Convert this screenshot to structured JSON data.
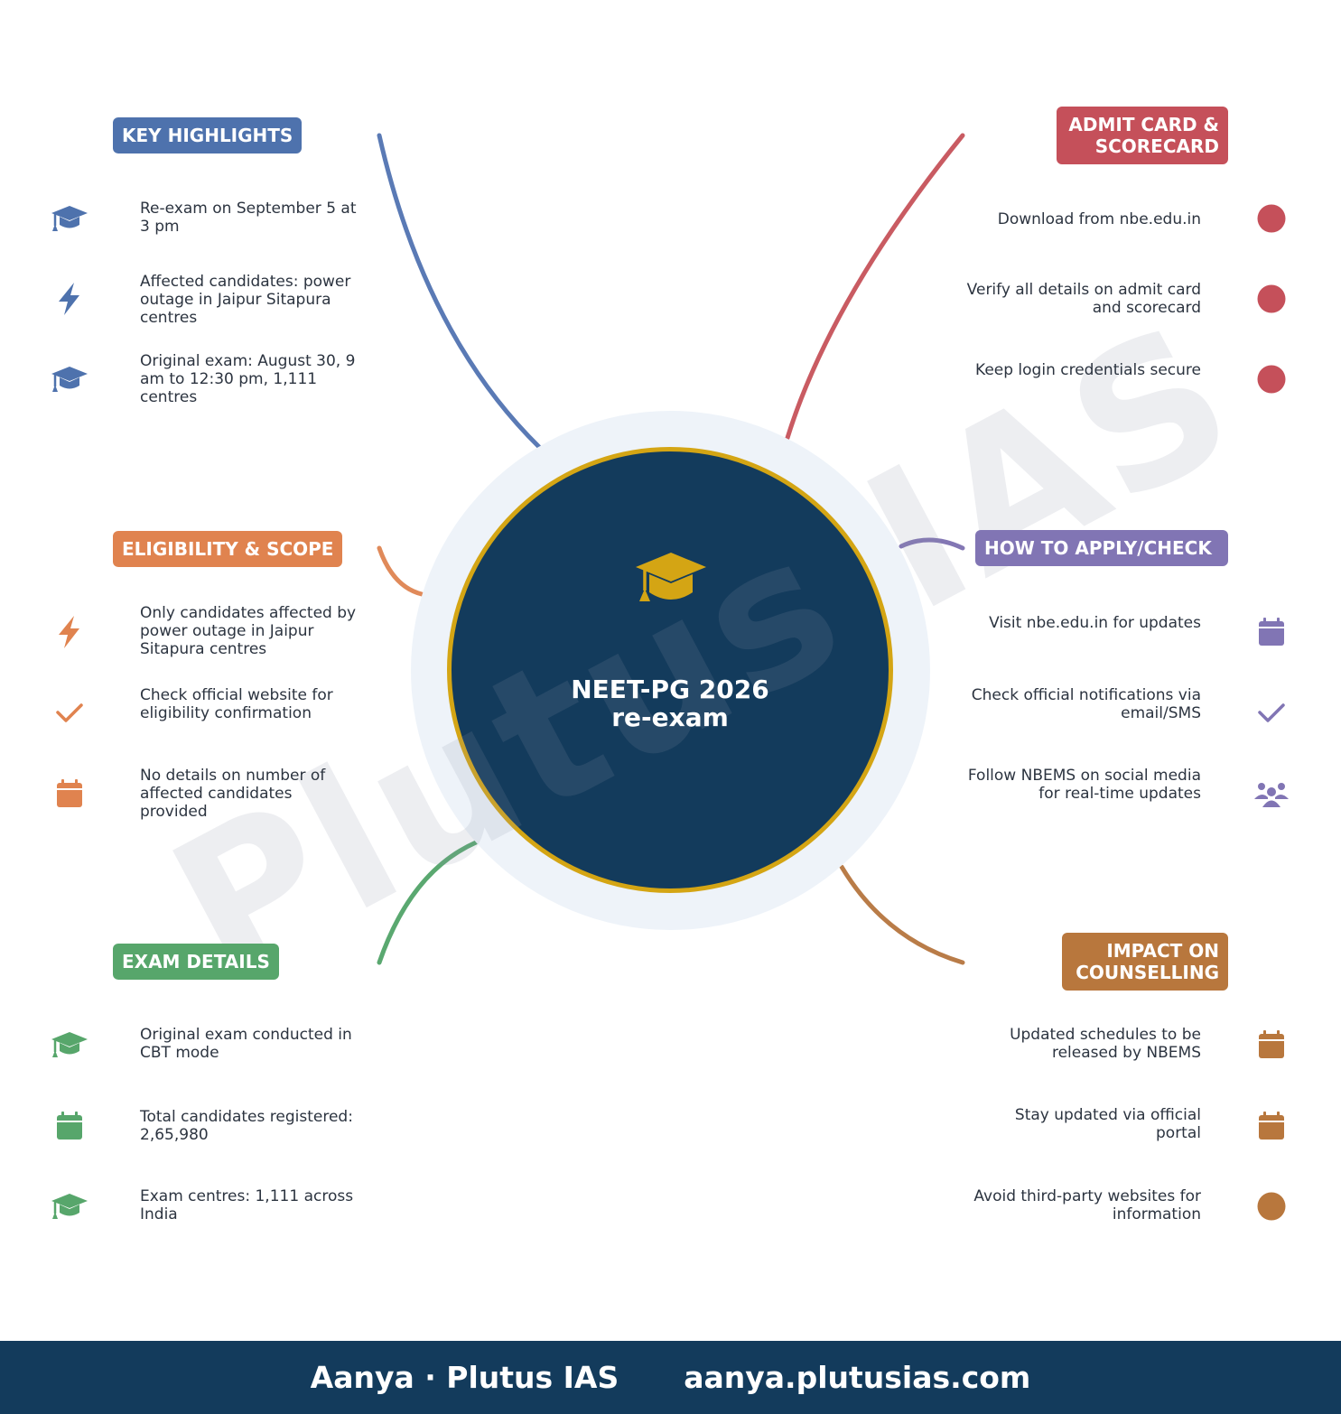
{
  "center": {
    "title_line1": "NEET-PG 2026",
    "title_line2": "re-exam",
    "icon": "graduation-cap-icon",
    "fill_color": "#133b5c",
    "ring_color": "#d4a514"
  },
  "watermark": "Plutus IAS",
  "categories": {
    "key_highlights": {
      "label": "KEY HIGHLIGHTS",
      "color": "#4e72ad",
      "items": [
        {
          "text": "Re-exam on September 5 at 3 pm",
          "icon": "graduation-cap-icon"
        },
        {
          "text": "Affected candidates: power outage in Jaipur Sitapura centres",
          "icon": "lightning-bolt-icon"
        },
        {
          "text": "Original exam: August 30, 9 am to 12:30 pm, 1,111 centres",
          "icon": "graduation-cap-icon"
        }
      ]
    },
    "admit_card": {
      "label_line1": "ADMIT CARD &",
      "label_line2": "SCORECARD",
      "color": "#c5505a",
      "items": [
        {
          "text": "Download from nbe.edu.in",
          "icon": "circle-dot-icon"
        },
        {
          "text": "Verify all details on admit card and scorecard",
          "icon": "circle-dot-icon"
        },
        {
          "text": "Keep login credentials secure",
          "icon": "circle-dot-icon"
        }
      ]
    },
    "eligibility": {
      "label": "ELIGIBILITY & SCOPE",
      "color": "#e0834f",
      "items": [
        {
          "text": "Only candidates affected by power outage in Jaipur Sitapura centres",
          "icon": "lightning-bolt-icon"
        },
        {
          "text": "Check official website for eligibility confirmation",
          "icon": "checkmark-icon"
        },
        {
          "text": "No details on number of affected candidates provided",
          "icon": "calendar-icon"
        }
      ]
    },
    "how_to_apply": {
      "label": "HOW TO APPLY/CHECK",
      "color": "#8175b4",
      "items": [
        {
          "text": "Visit nbe.edu.in for updates",
          "icon": "calendar-icon"
        },
        {
          "text": "Check official notifications via email/SMS",
          "icon": "checkmark-icon"
        },
        {
          "text": "Follow NBEMS on social media for real-time updates",
          "icon": "users-group-icon"
        }
      ]
    },
    "exam_details": {
      "label": "EXAM DETAILS",
      "color": "#57a66b",
      "items": [
        {
          "text": "Original exam conducted in CBT mode",
          "icon": "graduation-cap-icon"
        },
        {
          "text": "Total candidates registered: 2,65,980",
          "icon": "calendar-icon"
        },
        {
          "text": "Exam centres: 1,111 across India",
          "icon": "graduation-cap-icon"
        }
      ]
    },
    "impact": {
      "label_line1": "IMPACT ON",
      "label_line2": "COUNSELLING",
      "color": "#b8773d",
      "items": [
        {
          "text": "Updated schedules to be released by NBEMS",
          "icon": "calendar-icon"
        },
        {
          "text": "Stay updated via official portal",
          "icon": "calendar-icon"
        },
        {
          "text": "Avoid third-party websites for information",
          "icon": "circle-dot-icon"
        }
      ]
    }
  },
  "footer": {
    "brand": "Aanya · Plutus IAS",
    "url": "aanya.plutusias.com",
    "color": "#133b5c"
  }
}
